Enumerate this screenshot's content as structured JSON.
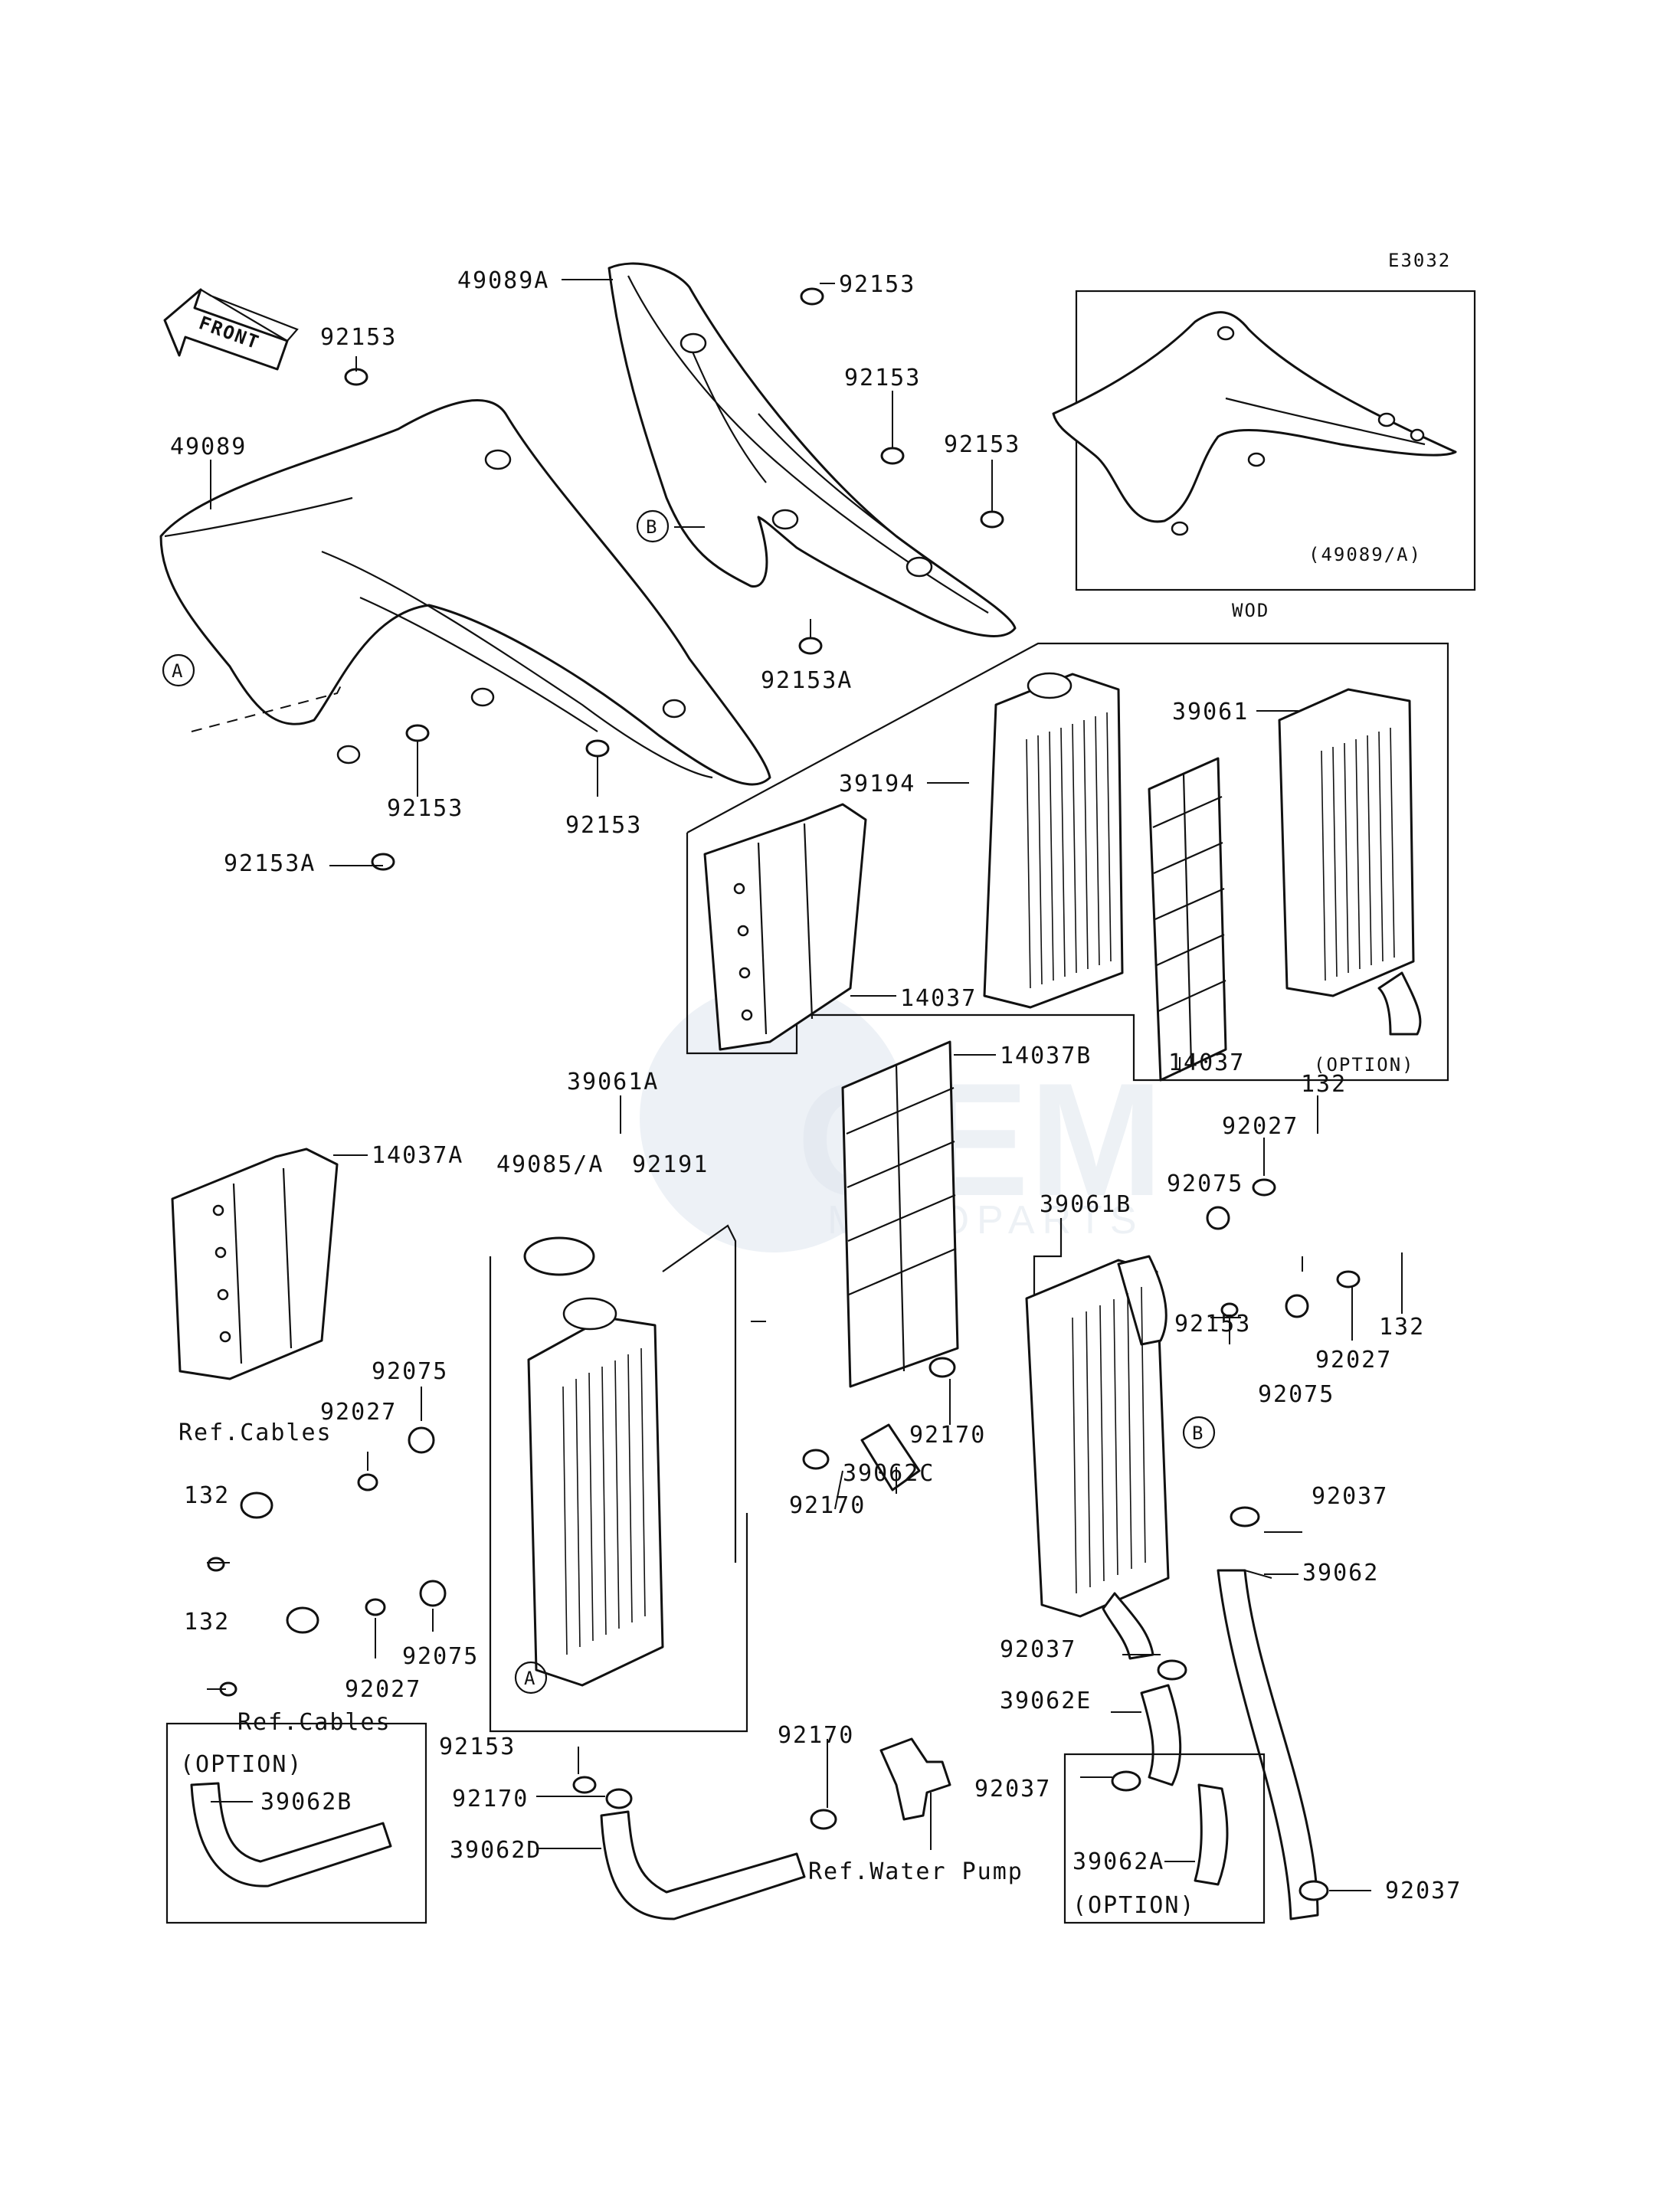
{
  "diagram_code": "E3032",
  "front_label": "FRONT",
  "wod": {
    "caption": "WOD",
    "variant_label": "(49089/A)"
  },
  "option_label": "(OPTION)",
  "ref_labels": {
    "cables_upper": "Ref.Cables",
    "cables_lower": "Ref.Cables",
    "water_pump": "Ref.Water Pump"
  },
  "callouts": {
    "A1": "A",
    "A2": "A",
    "B1": "B",
    "B2": "B"
  },
  "parts": {
    "p49089A": "49089A",
    "p92153_shroud_top": "92153",
    "p92153_left": "92153",
    "p49089": "49089",
    "p92153_mid": "92153",
    "p92153_right": "92153",
    "p92153A_upper": "92153A",
    "p92153_lower1": "92153",
    "p92153_lower2": "92153",
    "p92153A_lower": "92153A",
    "p39061": "39061",
    "p39194": "39194",
    "p14037_a": "14037",
    "p14037_b": "14037",
    "p14037B": "14037B",
    "p39061A": "39061A",
    "p49085A": "49085/A",
    "p92191": "92191",
    "p14037A": "14037A",
    "p132_top": "132",
    "p92027_top": "92027",
    "p92075_top": "92075",
    "p39061B": "39061B",
    "p132_r": "132",
    "p92153_r": "92153",
    "p92027_r": "92027",
    "p92075_r": "92075",
    "p92075_l1": "92075",
    "p92027_l1": "92027",
    "p132_l1": "132",
    "p92170_a": "92170",
    "p39062C": "39062C",
    "p92170_b": "92170",
    "p92037_a": "92037",
    "p39062": "39062",
    "p92075_l2": "92075",
    "p132_l2": "132",
    "p92027_l2": "92027",
    "p92153_bottom": "92153",
    "p92170_c": "92170",
    "p39062B": "39062B",
    "p39062D": "39062D",
    "p92170_d": "92170",
    "p92037_b": "92037",
    "p39062E": "39062E",
    "p92037_c": "92037",
    "p39062A": "39062A",
    "p92037_d": "92037"
  },
  "watermark": {
    "brand": "OEM",
    "sub": "MOTOPARTS"
  }
}
